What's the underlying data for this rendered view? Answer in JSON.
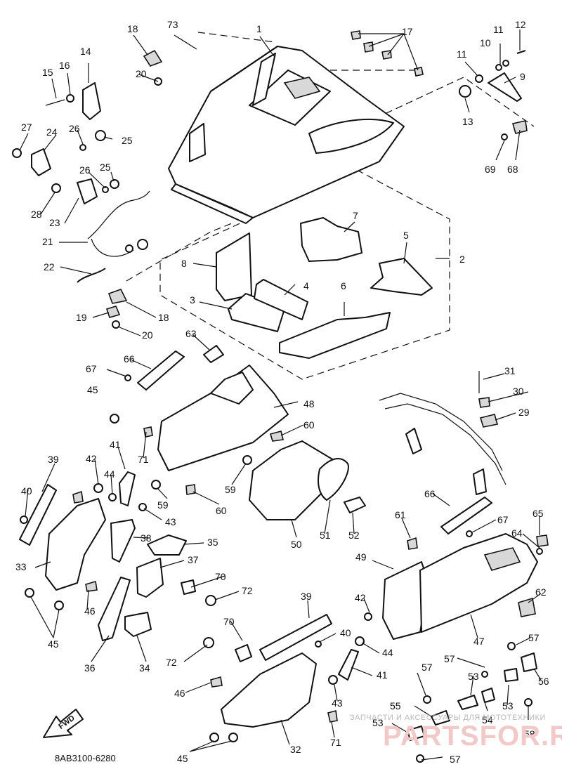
{
  "diagram": {
    "code": "8AB3100-6280",
    "fwd_label": "FWD",
    "callouts": [
      "1",
      "2",
      "3",
      "4",
      "5",
      "6",
      "7",
      "8",
      "9",
      "10",
      "11",
      "11",
      "12",
      "13",
      "14",
      "15",
      "16",
      "17",
      "18",
      "18",
      "19",
      "20",
      "20",
      "21",
      "22",
      "23",
      "24",
      "25",
      "25",
      "26",
      "26",
      "27",
      "28",
      "29",
      "30",
      "31",
      "32",
      "33",
      "34",
      "35",
      "36",
      "37",
      "38",
      "39",
      "39",
      "40",
      "40",
      "41",
      "41",
      "42",
      "42",
      "43",
      "43",
      "44",
      "44",
      "45",
      "45",
      "45",
      "46",
      "46",
      "47",
      "48",
      "49",
      "50",
      "51",
      "52",
      "53",
      "53",
      "53",
      "54",
      "55",
      "56",
      "57",
      "57",
      "57",
      "57",
      "58",
      "59",
      "59",
      "60",
      "60",
      "61",
      "62",
      "63",
      "64",
      "65",
      "66",
      "66",
      "67",
      "67",
      "68",
      "69",
      "70",
      "70",
      "71",
      "71",
      "72",
      "72",
      "73"
    ]
  },
  "watermark": {
    "subtitle": "ЗАПЧАСТИ И АКСЕССУАРЫ ДЛЯ МОТОТЕХНИКИ",
    "brand": "PARTSFOR.RU"
  }
}
